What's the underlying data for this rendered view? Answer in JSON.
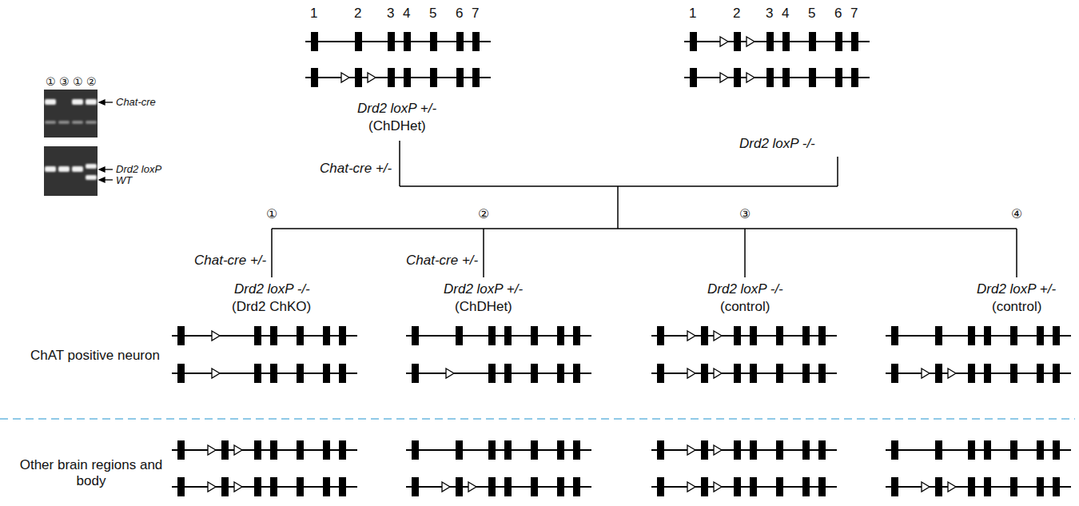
{
  "diagram": {
    "labels": [
      "①",
      "③",
      "①",
      "②",
      "Chat-cre",
      "Drd2 loxP",
      "WT",
      "1",
      "2",
      "3",
      "4",
      "5",
      "6",
      "7",
      "1",
      "2",
      "3",
      "4",
      "5",
      "6",
      "7",
      "Drd2 loxP +/-",
      "(ChDHet)",
      "Drd2 loxP -/-",
      "Chat-cre +/-",
      "①",
      "②",
      "③",
      "④",
      "Chat-cre +/-",
      "Drd2 loxP -/-",
      "(Drd2 ChKO)",
      "Chat-cre +/-",
      "Drd2 loxP +/-",
      "(ChDHet)",
      "Drd2 loxP -/-",
      "(control)",
      "Drd2 loxP +/-",
      "(control)",
      "ChAT positive neuron",
      "Other brain regions and body"
    ]
  }
}
